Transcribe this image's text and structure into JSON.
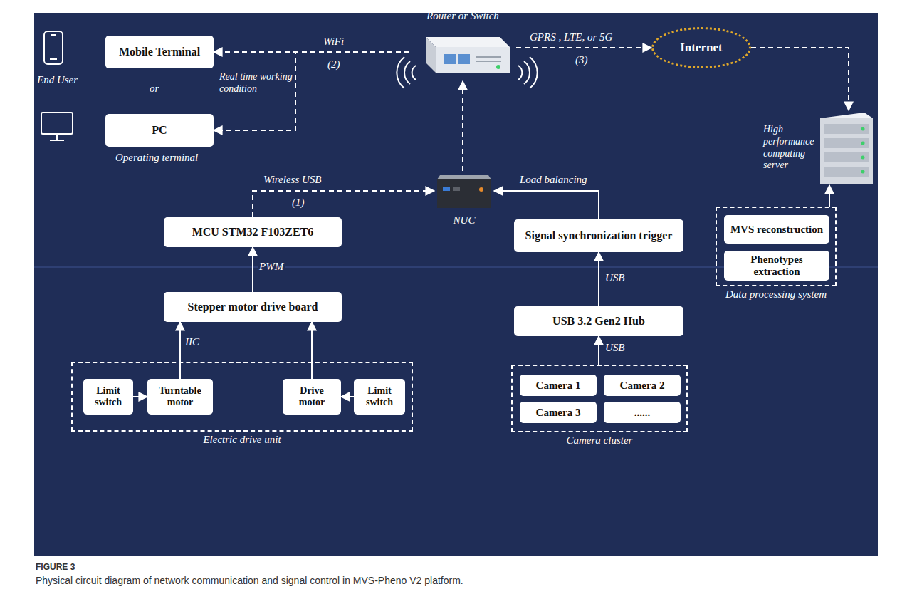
{
  "diagram": {
    "title": "FIGURE 3",
    "caption": "Physical circuit diagram of network communication and signal control in MVS-Pheno V2 platform.",
    "nodes": [
      {
        "text": [
          "Mobile Terminal"
        ]
      },
      {
        "text": [
          "PC"
        ]
      },
      {
        "text": [
          "Router or Switch"
        ]
      },
      {
        "text": [
          "Internet"
        ]
      },
      {
        "text": [
          "NUC"
        ]
      },
      {
        "text": [
          "High performance computing server"
        ]
      },
      {
        "text": [
          "MCU STM32 F103ZET6"
        ]
      },
      {
        "text": [
          "Signal synchronization trigger"
        ]
      },
      {
        "text": [
          "Data processing system"
        ]
      },
      {
        "text": [
          "MVS reconstruction"
        ],
        "in": 8
      },
      {
        "text": [
          "Phenotypes extraction"
        ],
        "in": 8
      },
      {
        "text": [
          "Stepper motor drive board"
        ]
      },
      {
        "text": [
          "USB 3.2 Gen2 Hub"
        ]
      },
      {
        "text": [
          "Electric drive unit"
        ]
      },
      {
        "text": [
          "Limit switch"
        ],
        "in": 13
      },
      {
        "text": [
          "Turntable motor"
        ],
        "in": 13
      },
      {
        "text": [
          "Drive motor"
        ],
        "in": 13
      },
      {
        "text": [
          "Limit switch"
        ],
        "in": 13
      },
      {
        "text": [
          "Camera cluster"
        ]
      },
      {
        "text": [
          "Camera 1"
        ],
        "in": 18
      },
      {
        "text": [
          "Camera 2"
        ],
        "in": 18
      },
      {
        "text": [
          "Camera 3"
        ],
        "in": 18
      },
      {
        "text": [
          "......"
        ],
        "in": 18
      }
    ],
    "edges": [
      {
        "from": 2,
        "to": 0,
        "arrow": "to"
      },
      {
        "from": 2,
        "to": 1,
        "arrow": "to"
      },
      {
        "from": 2,
        "to": 3,
        "arrow": "to"
      },
      {
        "from": 3,
        "to": 5,
        "arrow": "to"
      },
      {
        "from": 4,
        "to": 2,
        "arrow": "to"
      },
      {
        "from": 6,
        "to": 4,
        "arrow": "to"
      },
      {
        "from": 7,
        "to": 4,
        "arrow": "to"
      },
      {
        "from": 12,
        "to": 7,
        "arrow": "to"
      },
      {
        "from": 18,
        "to": 12,
        "arrow": "to"
      },
      {
        "from": 11,
        "to": 6,
        "arrow": "to"
      },
      {
        "from": 15,
        "to": 11,
        "arrow": "to"
      },
      {
        "from": 16,
        "to": 11,
        "arrow": "to"
      },
      {
        "from": 14,
        "to": 15,
        "arrow": "to"
      },
      {
        "from": 17,
        "to": 16,
        "arrow": "to"
      },
      {
        "from": 8,
        "to": 5,
        "arrow": "to"
      }
    ],
    "labels": [
      "End User",
      "or",
      "Operating terminal",
      "Real time working condition",
      "WiFi",
      "(2)",
      "(3)",
      "GPRS , LTE, or 5G",
      "Wireless USB",
      "(1)",
      "Load balancing",
      "PWM",
      "IIC",
      "USB",
      "USB"
    ]
  }
}
